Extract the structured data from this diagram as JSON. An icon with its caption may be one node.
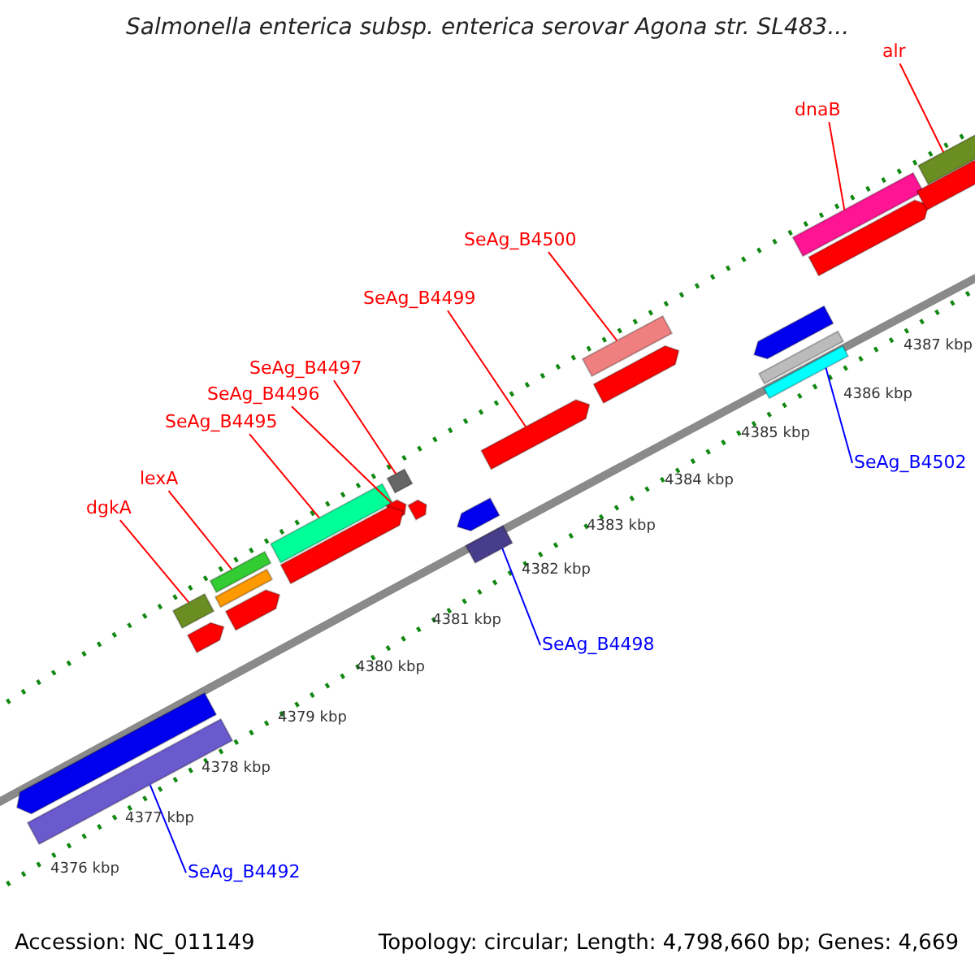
{
  "diagram": {
    "title": "Salmonella enterica subsp. enterica serovar Agona str. SL483...",
    "nodes": [
      {
        "text": [
          "dgkA"
        ]
      },
      {
        "text": [],
        "shape": "bar"
      },
      {
        "text": [
          "lexA"
        ]
      },
      {
        "text": [],
        "shape": "bar"
      },
      {
        "text": [
          "SeAg_B4495"
        ]
      },
      {
        "text": [],
        "shape": "bar"
      },
      {
        "text": [
          "SeAg_B4496"
        ]
      },
      {
        "text": [],
        "shape": "pentagon"
      },
      {
        "text": [
          "SeAg_B4497"
        ]
      },
      {
        "text": [],
        "shape": "box"
      },
      {
        "text": [
          "SeAg_B4499"
        ]
      },
      {
        "text": [],
        "shape": "pentagon"
      },
      {
        "text": [
          "SeAg_B4500"
        ]
      },
      {
        "text": [],
        "shape": "bar"
      },
      {
        "text": [
          "dnaB"
        ]
      },
      {
        "text": [],
        "shape": "bar"
      },
      {
        "text": [
          "alr"
        ]
      },
      {
        "text": [],
        "shape": "bar"
      },
      {
        "text": [],
        "shape": "bar"
      },
      {
        "text": [
          "SeAg_B4502"
        ]
      },
      {
        "text": [],
        "shape": "bar"
      },
      {
        "text": [
          "SeAg_B4498"
        ]
      },
      {
        "text": [],
        "shape": "bar"
      },
      {
        "text": [
          "SeAg_B4492"
        ]
      },
      {
        "text": [],
        "shape": "pentagon"
      },
      {
        "text": [],
        "shape": "pentagon"
      },
      {
        "text": [],
        "shape": "bar"
      },
      {
        "text": [],
        "shape": "pentagon"
      },
      {
        "text": [],
        "shape": "pentagon"
      },
      {
        "text": [],
        "shape": "pentagon"
      },
      {
        "text": [],
        "shape": "pentagon"
      },
      {
        "text": [],
        "shape": "pentagon"
      },
      {
        "text": [],
        "shape": "pentagon"
      },
      {
        "text": [],
        "shape": "bar"
      },
      {
        "text": [],
        "shape": "pentagon"
      },
      {
        "text": [],
        "shape": "bar"
      }
    ],
    "edges": [
      {
        "from": 0,
        "to": 1,
        "arrow": "none"
      },
      {
        "from": 2,
        "to": 3,
        "arrow": "none"
      },
      {
        "from": 4,
        "to": 5,
        "arrow": "none"
      },
      {
        "from": 6,
        "to": 7,
        "arrow": "none"
      },
      {
        "from": 8,
        "to": 9,
        "arrow": "none"
      },
      {
        "from": 10,
        "to": 11,
        "arrow": "none"
      },
      {
        "from": 12,
        "to": 13,
        "arrow": "none"
      },
      {
        "from": 14,
        "to": 15,
        "arrow": "none"
      },
      {
        "from": 16,
        "to": 17,
        "arrow": "none"
      },
      {
        "from": 18,
        "to": 19,
        "arrow": "none",
        "color": "#0000ff"
      },
      {
        "from": 20,
        "to": 21,
        "arrow": "none",
        "color": "#0000ff"
      },
      {
        "from": 22,
        "to": 23,
        "arrow": "none",
        "color": "#0000ff"
      }
    ],
    "labels": [
      "4387 kbp",
      "4386 kbp",
      "4385 kbp",
      "4384 kbp",
      "4383 kbp",
      "4382 kbp",
      "4381 kbp",
      "4380 kbp",
      "4379 kbp",
      "4378 kbp",
      "4377 kbp",
      "4376 kbp",
      "Accession: NC_011149",
      "Topology: circular; Length: 4,798,660 bp; Genes: 4,669"
    ]
  }
}
